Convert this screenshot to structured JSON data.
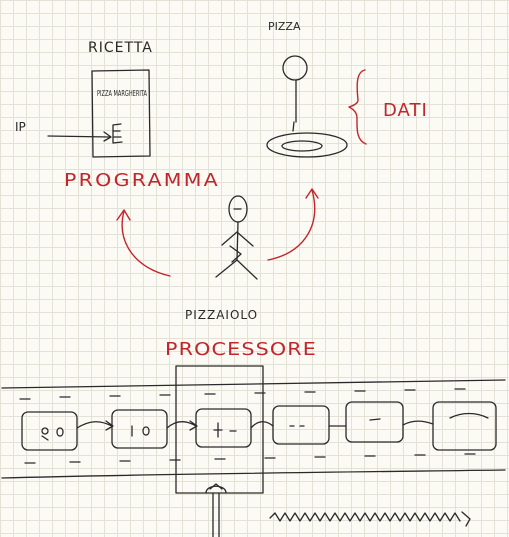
{
  "labels": {
    "ricetta": "RICETTA",
    "pizza": "PIZZA",
    "pizza_margherita": "PIZZA MARGHERITA",
    "ip": "IP",
    "programma": "PROGRAMMA",
    "dati": "DATI",
    "pizzaiolo": "PIZZAIOLO",
    "processore": "PROCESSORE"
  },
  "colors": {
    "ink": "#2a2a2a",
    "red": "#c2262b",
    "paper": "#fbfaf4",
    "grid": "#e4e2d6"
  }
}
